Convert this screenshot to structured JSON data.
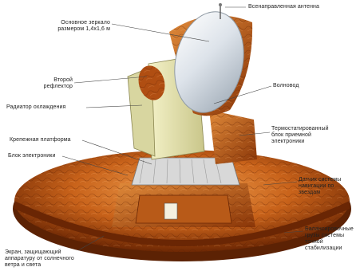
{
  "labels": {
    "omni_antenna": "Всенаправленная антенна",
    "primary_mirror": "Основное зеркало\nразмером 1,4х1,6 м",
    "secondary_reflector": "Второй\nрефлектор",
    "waveguide": "Волновод",
    "cooling_radiator": "Радиатор охлаждения",
    "thermostat_block": "Термостатированный\nблок приемной\nэлектроники",
    "mount_platform": "Крепежная платформа",
    "electronics_block": "Блок электроники",
    "star_sensor": "Датчик системы\nнавигации по\nзвездам",
    "balance_weights": "Балансировочные\nгрузы системы\nточной\nстабилизации",
    "sun_shield": "Экран, защищающий\nаппаратуру от солнечного\nветра и света"
  },
  "colors": {
    "copper": "#c8621a",
    "copper_dark": "#7a2e06",
    "copper_light": "#f0a050",
    "mirror": "#e8ecf0",
    "yellow_panel": "#e8e6b0",
    "leader": "#444444"
  }
}
